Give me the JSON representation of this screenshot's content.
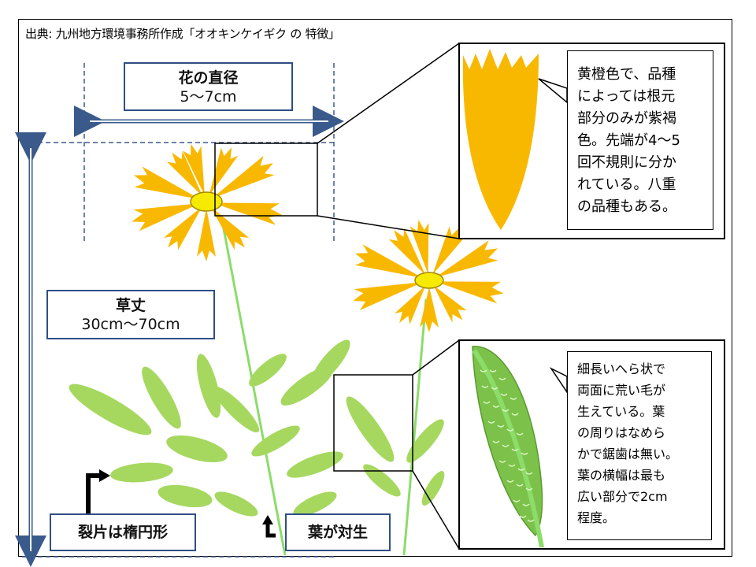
{
  "source_caption": "出典: 九州地方環境事務所作成「オオキンケイギク の 特徴」",
  "flower_diameter": {
    "title": "花の直径",
    "value": "5～7cm"
  },
  "plant_height": {
    "title": "草丈",
    "value": "30cm～70cm"
  },
  "leaflet_label": "裂片は楕円形",
  "opposite_leaf_label": "葉が対生",
  "petal_note": [
    "黄橙色で、品種",
    "によっては根元",
    "部分のみが紫褐",
    "色。先端が4～5",
    "回不規則に分か",
    "れている。八重",
    "の品種もある。"
  ],
  "leaf_note": [
    "細長いへら状で",
    "両面に荒い毛が",
    "生えている。葉",
    "の周りはなめら",
    "かで鋸歯は無い。",
    "葉の横幅は最も",
    "広い部分で2cm",
    "程度。"
  ],
  "colors": {
    "petal": "#f9b800",
    "center": "#f5ea00",
    "leaf": "#a6d860",
    "stem": "#8cdc6a",
    "dimension_line": "#3a5a8c",
    "leaf_detail": "#7cc24a"
  }
}
